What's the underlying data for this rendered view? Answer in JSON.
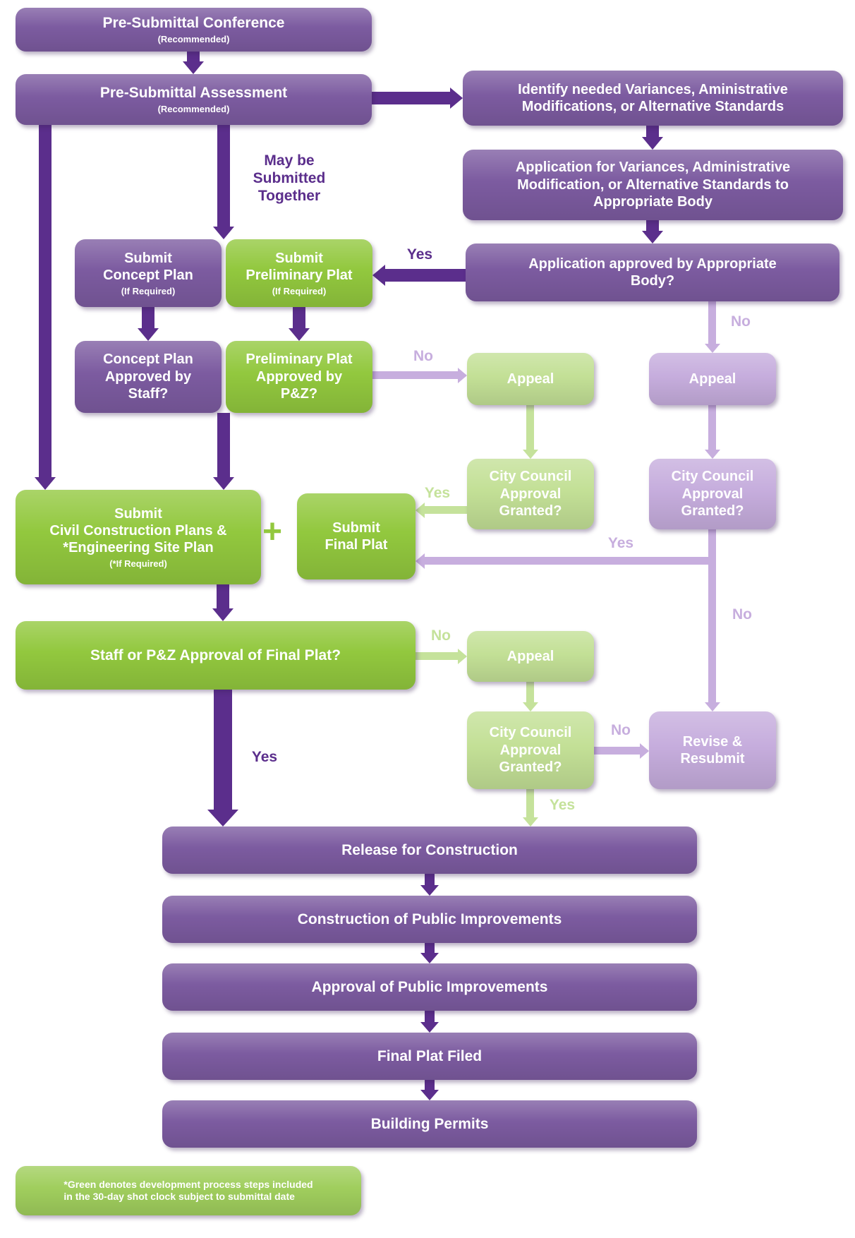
{
  "colors": {
    "box_purple": "#7c5ba0",
    "box_green": "#92c83e",
    "box_light_green": "#c3e096",
    "box_light_purple": "#c6addd",
    "arrow_dark_purple": "#5b2e8c",
    "arrow_light_purple": "#c7aede",
    "arrow_light_green": "#c5e29b",
    "note_green": "#a0ce5d"
  },
  "edge_labels": {
    "yes": "Yes",
    "no": "No",
    "may_be_submitted_together": "May be\nSubmitted\nTogether",
    "plus": "+"
  },
  "nodes": {
    "pre_submittal_conference": {
      "label": "Pre-Submittal Conference",
      "sub": "(Recommended)"
    },
    "pre_submittal_assessment": {
      "label": "Pre-Submittal Assessment",
      "sub": "(Recommended)"
    },
    "identify_variances": {
      "label": "Identify needed Variances, Aministrative\nModifications, or Alternative Standards"
    },
    "application_variances": {
      "label": "Application for Variances, Administrative\nModification, or Alternative Standards to\nAppropriate Body"
    },
    "application_approved": {
      "label": "Application approved by Appropriate\nBody?"
    },
    "submit_concept_plan": {
      "label": "Submit\nConcept Plan",
      "sub": "(If Required)"
    },
    "submit_preliminary_plat": {
      "label": "Submit\nPreliminary Plat",
      "sub": "(If Required)"
    },
    "concept_plan_approved": {
      "label": "Concept Plan\nApproved by\nStaff?"
    },
    "preliminary_plat_approved": {
      "label": "Preliminary Plat\nApproved by\nP&Z?"
    },
    "appeal_1": {
      "label": "Appeal"
    },
    "appeal_2": {
      "label": "Appeal"
    },
    "appeal_3": {
      "label": "Appeal"
    },
    "city_council_1": {
      "label": "City Council\nApproval\nGranted?"
    },
    "city_council_2": {
      "label": "City Council\nApproval\nGranted?"
    },
    "city_council_3": {
      "label": "City Council\nApproval\nGranted?"
    },
    "submit_civil": {
      "label": "Submit\nCivil Construction Plans &\n*Engineering Site Plan",
      "sub": "(*If Required)"
    },
    "submit_final_plat": {
      "label": "Submit\nFinal Plat"
    },
    "staff_pz_approval": {
      "label": "Staff or P&Z Approval of Final Plat?"
    },
    "revise_resubmit": {
      "label": "Revise &\nResubmit"
    },
    "release_for_construction": {
      "label": "Release for Construction"
    },
    "construction_public_improvements": {
      "label": "Construction of Public Improvements"
    },
    "approval_public_improvements": {
      "label": "Approval of Public Improvements"
    },
    "final_plat_filed": {
      "label": "Final Plat Filed"
    },
    "building_permits": {
      "label": "Building Permits"
    },
    "legend_note": {
      "label": "*Green denotes development process steps included\nin the 30-day shot clock subject to submittal date"
    }
  }
}
